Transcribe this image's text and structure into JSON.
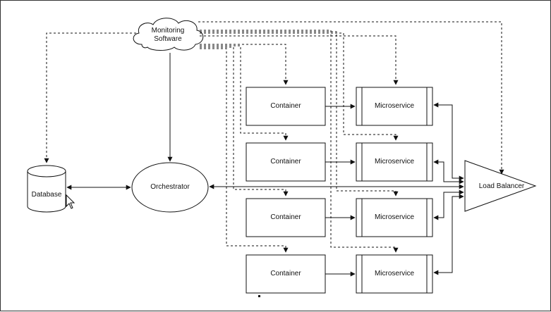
{
  "nodes": {
    "monitoring": "Monitoring\nSoftware",
    "database": "Database",
    "orchestrator": "Orchestrator",
    "load_balancer": "Load Balancer",
    "containers": [
      "Container",
      "Container",
      "Container",
      "Container"
    ],
    "microservices": [
      "Microservice",
      "Microservice",
      "Microservice",
      "Microservice"
    ]
  },
  "colors": {
    "stroke": "#111111",
    "fill": "#ffffff"
  }
}
